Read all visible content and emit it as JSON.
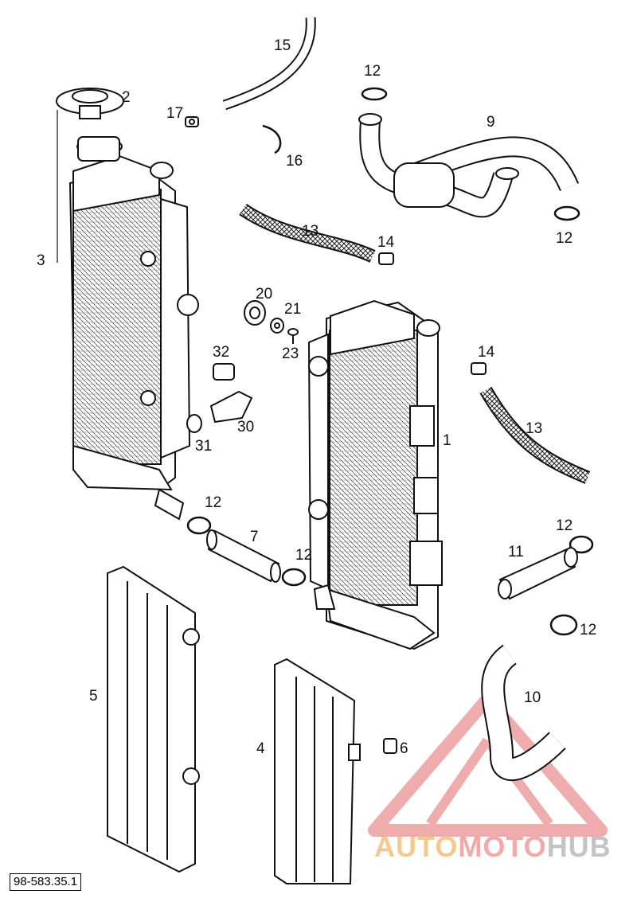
{
  "diagram": {
    "reference_code": "98-583.35.1",
    "watermark": {
      "part1": "AUTO",
      "part2": "MOTO",
      "part3": "HUB"
    },
    "callouts": [
      {
        "id": "c1",
        "text": "1"
      },
      {
        "id": "c2",
        "text": "2"
      },
      {
        "id": "c3",
        "text": "3"
      },
      {
        "id": "c4",
        "text": "4"
      },
      {
        "id": "c5",
        "text": "5"
      },
      {
        "id": "c6",
        "text": "6"
      },
      {
        "id": "c7",
        "text": "7"
      },
      {
        "id": "c9",
        "text": "9"
      },
      {
        "id": "c10",
        "text": "10"
      },
      {
        "id": "c11",
        "text": "11"
      },
      {
        "id": "c12a",
        "text": "12"
      },
      {
        "id": "c12b",
        "text": "12"
      },
      {
        "id": "c12c",
        "text": "12"
      },
      {
        "id": "c12d",
        "text": "12"
      },
      {
        "id": "c12e",
        "text": "12"
      },
      {
        "id": "c12f",
        "text": "12"
      },
      {
        "id": "c13a",
        "text": "13"
      },
      {
        "id": "c13b",
        "text": "13"
      },
      {
        "id": "c14a",
        "text": "14"
      },
      {
        "id": "c14b",
        "text": "14"
      },
      {
        "id": "c15",
        "text": "15"
      },
      {
        "id": "c16",
        "text": "16"
      },
      {
        "id": "c17",
        "text": "17"
      },
      {
        "id": "c20",
        "text": "20"
      },
      {
        "id": "c21",
        "text": "21"
      },
      {
        "id": "c23",
        "text": "23"
      },
      {
        "id": "c30",
        "text": "30"
      },
      {
        "id": "c31",
        "text": "31"
      },
      {
        "id": "c32",
        "text": "32"
      }
    ]
  }
}
